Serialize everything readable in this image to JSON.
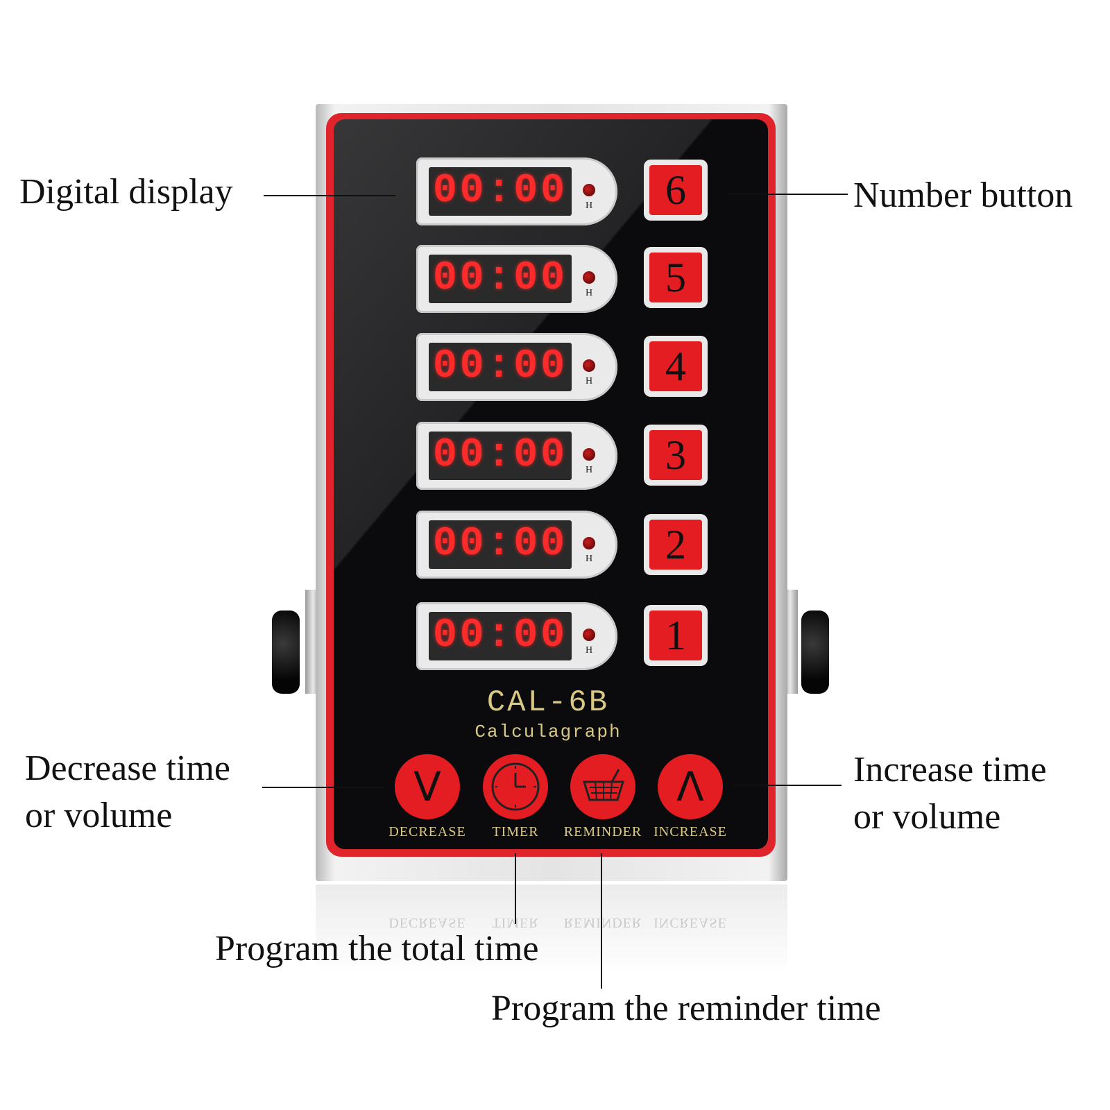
{
  "annotations": {
    "digital_display": "Digital display",
    "number_button": "Number button",
    "decrease_line1": "Decrease time",
    "decrease_line2": "or volume",
    "increase_line1": "Increase time",
    "increase_line2": "or volume",
    "program_total": "Program the total time",
    "program_reminder": "Program the reminder time"
  },
  "device": {
    "model": "CAL-6B",
    "subtitle": "Calculagraph",
    "displays": [
      {
        "time": "00:00",
        "h_mark": "H"
      },
      {
        "time": "00:00",
        "h_mark": "H"
      },
      {
        "time": "00:00",
        "h_mark": "H"
      },
      {
        "time": "00:00",
        "h_mark": "H"
      },
      {
        "time": "00:00",
        "h_mark": "H"
      },
      {
        "time": "00:00",
        "h_mark": "H"
      }
    ],
    "number_buttons": [
      "6",
      "5",
      "4",
      "3",
      "2",
      "1"
    ],
    "controls": [
      {
        "label": "DECREASE",
        "icon": "chevron-down-icon",
        "glyph": "V"
      },
      {
        "label": "TIMER",
        "icon": "clock-icon",
        "glyph": ""
      },
      {
        "label": "REMINDER",
        "icon": "basket-icon",
        "glyph": ""
      },
      {
        "label": "INCREASE",
        "icon": "chevron-up-icon",
        "glyph": "Λ"
      }
    ]
  },
  "colors": {
    "accent_red": "#e41d22",
    "panel_black": "#0b0b0d",
    "label_gold": "#d9c983",
    "lcd_red": "#ff2a2a"
  }
}
